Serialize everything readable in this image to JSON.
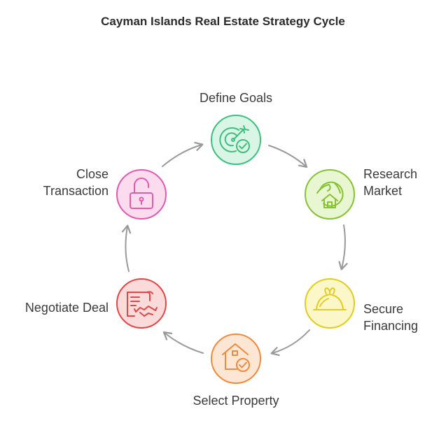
{
  "title": "Cayman Islands Real Estate Strategy Cycle",
  "steps": [
    {
      "id": "define-goals",
      "label_lines": [
        "Define Goals"
      ],
      "icon": "target-check-icon",
      "color": {
        "fill": "#d9f5e6",
        "stroke": "#3fbf7f"
      }
    },
    {
      "id": "research-market",
      "label_lines": [
        "Research",
        "Market"
      ],
      "icon": "globe-house-icon",
      "color": {
        "fill": "#e9f6d2",
        "stroke": "#86c232"
      }
    },
    {
      "id": "secure-financing",
      "label_lines": [
        "Secure",
        "Financing"
      ],
      "icon": "money-bag-icon",
      "color": {
        "fill": "#fbf7c8",
        "stroke": "#e2cc1e"
      }
    },
    {
      "id": "select-property",
      "label_lines": [
        "Select Property"
      ],
      "icon": "house-check-icon",
      "color": {
        "fill": "#fde6d4",
        "stroke": "#f08a3c"
      }
    },
    {
      "id": "negotiate-deal",
      "label_lines": [
        "Negotiate Deal"
      ],
      "icon": "contract-handshake-icon",
      "color": {
        "fill": "#fbdada",
        "stroke": "#e04848"
      }
    },
    {
      "id": "close-transaction",
      "label_lines": [
        "Close",
        "Transaction"
      ],
      "icon": "unlocked-padlock-icon",
      "color": {
        "fill": "#fbdcef",
        "stroke": "#e05ab0"
      }
    }
  ],
  "arrow_color": "#9a9a9a"
}
